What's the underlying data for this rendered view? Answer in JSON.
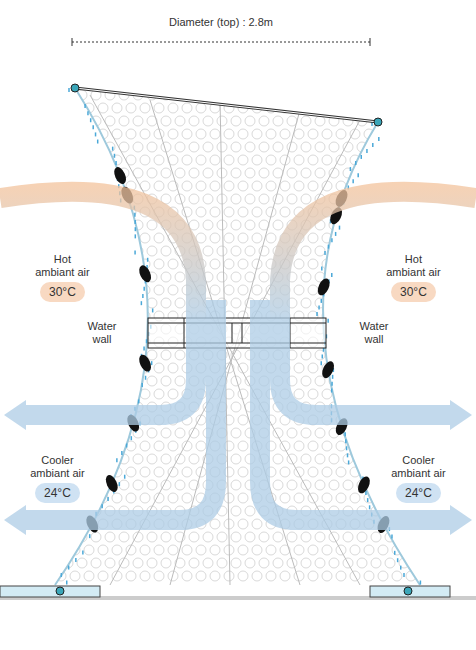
{
  "diagram": {
    "nodes": [
      {
        "text": [
          "Hot ambiant air",
          "30°C"
        ]
      },
      {
        "text": [
          "Hot ambiant air",
          "30°C"
        ]
      },
      {
        "text": [
          "Cooler ambiant air",
          "24°C"
        ]
      },
      {
        "text": [
          "Cooler ambiant air",
          "24°C"
        ]
      }
    ],
    "labels": [
      "Diameter (top) : 2.8m",
      "Water wall",
      "Water wall"
    ]
  }
}
